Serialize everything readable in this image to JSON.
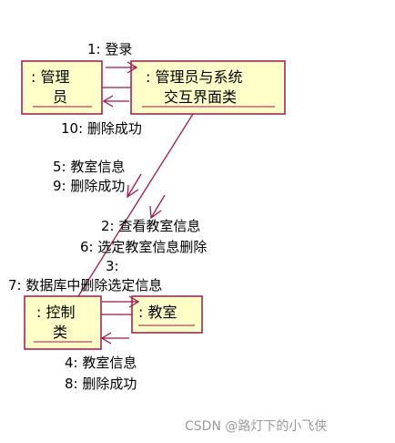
{
  "colors": {
    "box_fill": "#ffffc8",
    "box_border": "#a4154a",
    "link": "#a4154a",
    "text": "#000000",
    "watermark": "#9a9a9a"
  },
  "objects": {
    "admin": {
      "line1": ": 管理",
      "line2": "员"
    },
    "ui": {
      "line1": ": 管理员与系统",
      "line2": "交互界面类"
    },
    "control": {
      "line1": ": 控制",
      "line2": "类"
    },
    "classroom": {
      "line1": ": 教室"
    }
  },
  "messages": {
    "m1": "1: 登录",
    "m10": "10: 删除成功",
    "m5": "5: 教室信息",
    "m9": "9: 删除成功",
    "m2": "2: 查看教室信息",
    "m6": "6: 选定教室信息删除",
    "m3": "3:",
    "m7": "7: 数据库中删除选定信息",
    "m4": "4: 教室信息",
    "m8": "8: 删除成功"
  },
  "watermark": "CSDN @路灯下的小飞侠"
}
